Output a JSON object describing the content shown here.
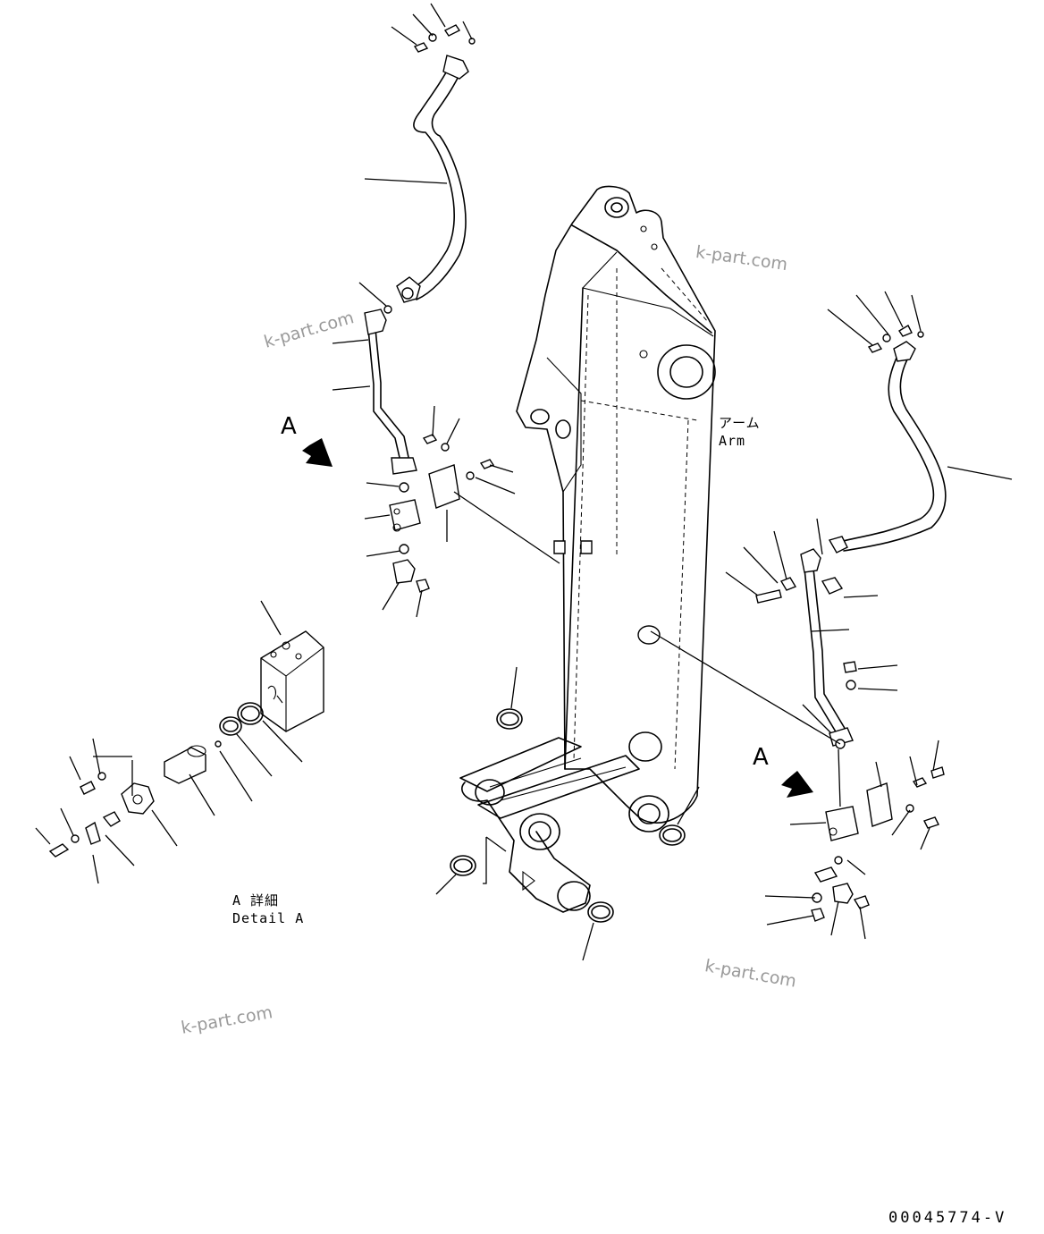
{
  "labels": {
    "view_a_left": "A",
    "view_a_right": "A",
    "arm_jp": "アーム",
    "arm_en": "Arm",
    "detail_jp": "A 詳細",
    "detail_en": "Detail A",
    "drawing_code": "00045774-V"
  },
  "watermarks": [
    "k-part.com",
    "k-part.com",
    "k-part.com",
    "k-part.com"
  ]
}
